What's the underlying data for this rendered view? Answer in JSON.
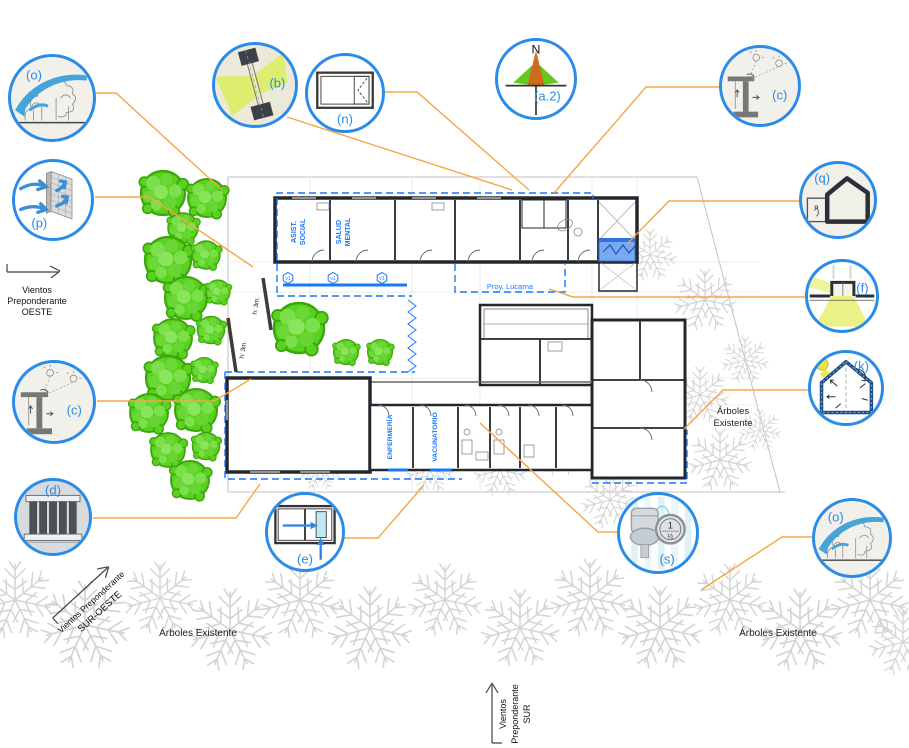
{
  "colors": {
    "bubble_ring": "#2b8ce8",
    "leader_line": "#f7a544",
    "tree_green": "#58d11f",
    "plan_annotation_blue": "#1677ff",
    "ramp_fill_blue": "#79a9f0",
    "sketch_tree_gray": "#d4d4d4",
    "wall_dark": "#23272d",
    "compass_orange": "#cf6a1f",
    "compass_green": "#64c81e",
    "light_yellow": "#e3ef6e"
  },
  "callouts": [
    {
      "id": "o-top-left",
      "label": "(o)",
      "icon": "wind-over-trees-sketch"
    },
    {
      "id": "p-left",
      "label": "(p)",
      "icon": "wind-through-perforated-wall"
    },
    {
      "id": "b-top",
      "label": "(b)",
      "icon": "window-sunlight-section"
    },
    {
      "id": "n-top",
      "label": "(n)",
      "icon": "casement-window-plan"
    },
    {
      "id": "a2-compass",
      "label": "(a.2)",
      "icon": "north-compass"
    },
    {
      "id": "c-top-right",
      "label": "(c)",
      "icon": "eave-sun-angle-section"
    },
    {
      "id": "q-right",
      "label": "(q)",
      "icon": "pitched-roof-section"
    },
    {
      "id": "f-right",
      "label": "(f)",
      "icon": "skylight-light-section"
    },
    {
      "id": "k-right",
      "label": "(k)",
      "icon": "house-ventilation-sun-section"
    },
    {
      "id": "c-left",
      "label": "(c)",
      "icon": "eave-sun-angle-section"
    },
    {
      "id": "d-left",
      "label": "(d)",
      "icon": "vertical-louvers"
    },
    {
      "id": "e-bottom",
      "label": "(e)",
      "icon": "window-airflow-plan"
    },
    {
      "id": "s-bottom",
      "label": "(s)",
      "icon": "water-tank-gauge"
    },
    {
      "id": "o-bottom-right",
      "label": "(o)",
      "icon": "wind-over-trees-sketch"
    }
  ],
  "plan": {
    "room_labels": [
      {
        "lines": [
          "ASIST.",
          "SOCIAL"
        ]
      },
      {
        "lines": [
          "SALUD",
          "MENTAL"
        ]
      },
      {
        "lines": [
          "ENFERMERÍA"
        ]
      },
      {
        "lines": [
          "VACUNATORIO"
        ]
      }
    ],
    "skylight_label": "Proy. Lucarna",
    "window_markers": [
      "v1",
      "v1",
      "v1"
    ],
    "height_notes": [
      "h: 3m.",
      "h: 3m."
    ]
  },
  "annotations": {
    "trees_existing_right": {
      "lines": [
        "Árboles",
        "Existente"
      ]
    },
    "trees_existing_bottom_left": "Árboles Existente",
    "trees_existing_bottom_right": "Árboles Existente",
    "wind_west": {
      "lines": [
        "Vientos",
        "Preponderante",
        "OESTE"
      ]
    },
    "wind_southwest": {
      "lines": [
        "Vientos Preponderante",
        "SUR-OESTE"
      ]
    },
    "wind_south": {
      "lines": [
        "Vientos",
        "Preponderante",
        "SUR"
      ]
    },
    "compass_north": "N",
    "gauge_top": "1",
    "gauge_bottom": "½"
  }
}
